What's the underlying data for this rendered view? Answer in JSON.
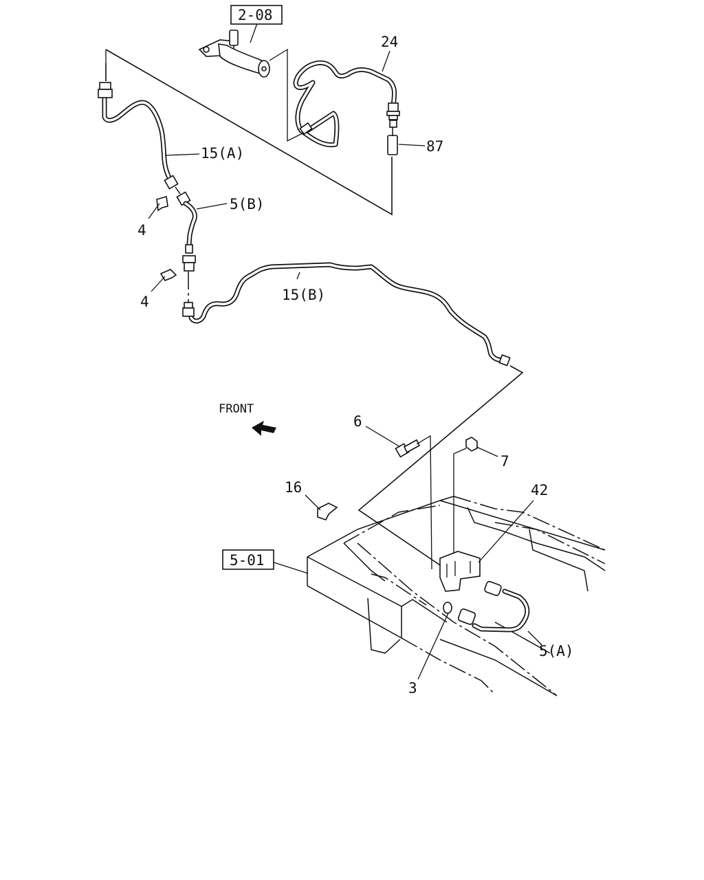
{
  "labels": {
    "ref_2_08": "2-08",
    "ref_5_01": "5-01",
    "p24": "24",
    "p87": "87",
    "p15a": "15(A)",
    "p5b": "5(B)",
    "p4_upper": "4",
    "p4_lower": "4",
    "p15b": "15(B)",
    "front": "FRONT",
    "p6": "6",
    "p7": "7",
    "p16": "16",
    "p42": "42",
    "p5a": "5(A)",
    "p3": "3"
  }
}
